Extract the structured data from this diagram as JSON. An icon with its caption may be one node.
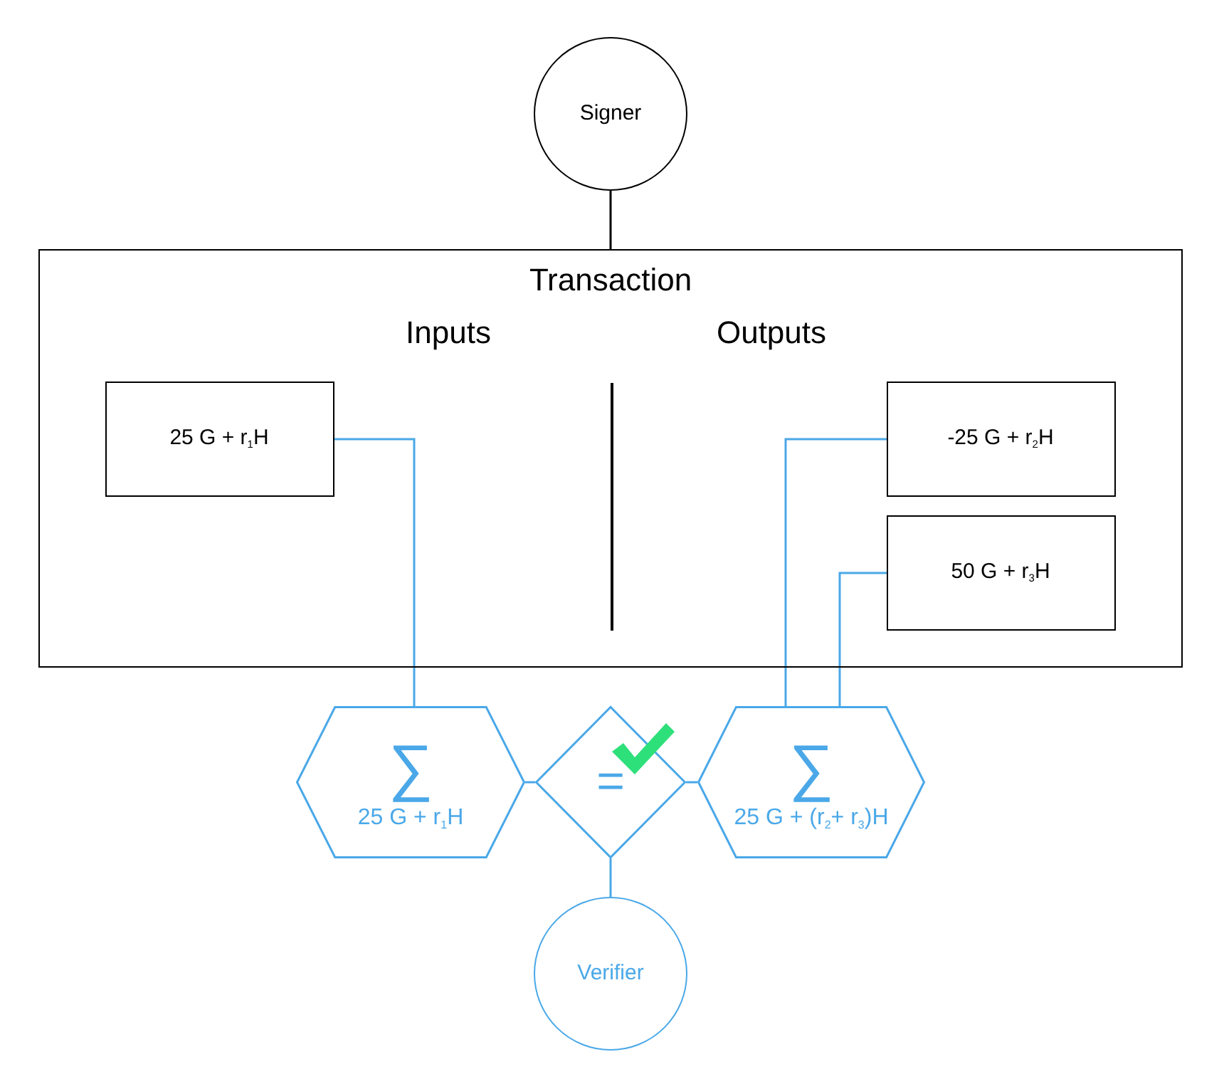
{
  "diagram": {
    "nodes": [
      {
        "text": [
          "Signer"
        ]
      },
      {
        "text": [
          "Transaction",
          "Inputs",
          "Outputs"
        ]
      },
      {
        "text": [
          "25 G + r$_{1}$H"
        ],
        "in": 1
      },
      {
        "text": [
          "-25 G + r$_{2}$H"
        ],
        "in": 1
      },
      {
        "text": [
          "50 G + r$_{3}$H"
        ],
        "in": 1
      },
      {
        "text": [
          "∑",
          "25 G + r$_{1}$H"
        ]
      },
      {
        "text": [
          "="
        ]
      },
      {
        "text": [
          "∑",
          "25 G + (r$_{2}$+ r$_{3}$)H"
        ]
      },
      {
        "text": [
          "Verifier"
        ]
      }
    ],
    "edges": [
      {
        "from": 0,
        "to": 1,
        "arrow": "none",
        "color": "#000000"
      },
      {
        "from": 2,
        "to": 5,
        "arrow": "none"
      },
      {
        "from": 3,
        "to": 7,
        "arrow": "none"
      },
      {
        "from": 4,
        "to": 7,
        "arrow": "none"
      },
      {
        "from": 5,
        "to": 6,
        "arrow": "none"
      },
      {
        "from": 6,
        "to": 7,
        "arrow": "none"
      },
      {
        "from": 6,
        "to": 8,
        "arrow": "none"
      }
    ]
  }
}
